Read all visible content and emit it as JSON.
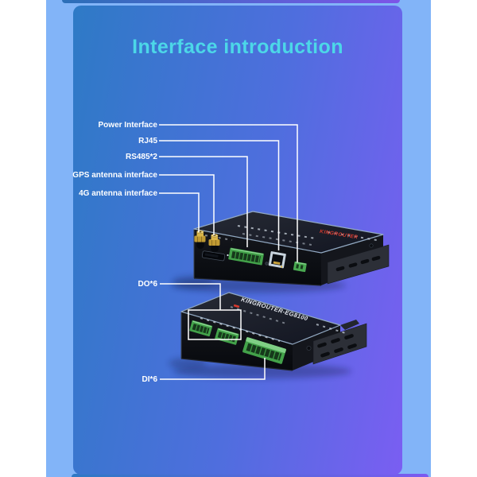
{
  "title": "Interface introduction",
  "callouts": {
    "power": {
      "label": "Power Interface"
    },
    "rj45": {
      "label": "RJ45"
    },
    "rs485": {
      "label": "RS485*2"
    },
    "gps": {
      "label": "GPS antenna interface"
    },
    "g4": {
      "label": "4G antenna interface"
    },
    "do6": {
      "label": "DO*6"
    },
    "di6": {
      "label": "DI*6"
    }
  },
  "devices": {
    "top": {
      "brand_text": "KINGROUTER"
    },
    "bottom": {
      "brand_text": "KINGROUTER-EG8100"
    }
  },
  "colors": {
    "background_band": "#82b4f8",
    "card_gradient_start": "#2e7ac6",
    "card_gradient_end": "#7a5ef2",
    "title_text": "#4cd7e8",
    "callout_text": "#ffffff",
    "callout_line": "#ffffff",
    "terminal_green": "#43a24a",
    "sma_gold": "#c9a23c",
    "device_body": "#0d0f14",
    "brand_red": "#d93a2e"
  }
}
